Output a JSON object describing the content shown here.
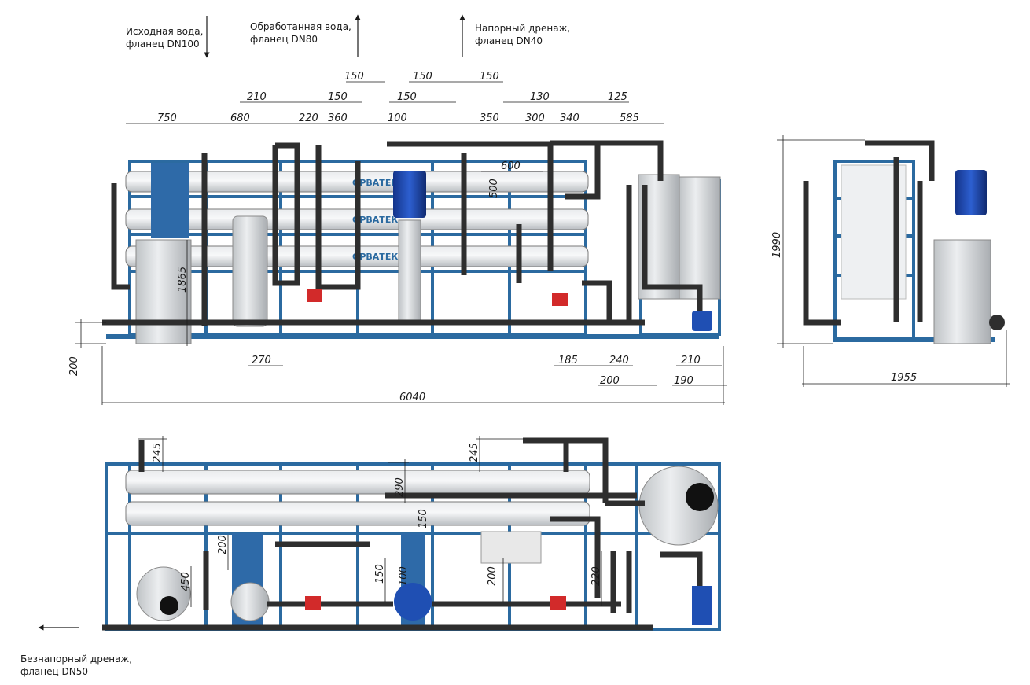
{
  "labels": {
    "inlet": [
      "Исходная вода,",
      "фланец DN100"
    ],
    "treated": [
      "Обработанная вода,",
      "фланец DN80"
    ],
    "pressure_drain": [
      "Напорный дренаж,",
      "фланец DN40"
    ],
    "gravity_drain": [
      "Безнапорный дренаж,",
      "фланец DN50"
    ]
  },
  "brand": "ОРВАТЕК",
  "dimensions": {
    "front_top": [
      "750",
      "680",
      "210",
      "220",
      "360",
      "150",
      "150",
      "100",
      "150",
      "150",
      "150",
      "350",
      "130",
      "300",
      "340",
      "125",
      "585",
      "600",
      "500"
    ],
    "front_vertical": [
      "1865",
      "200"
    ],
    "front_bottom": [
      "270",
      "185",
      "240",
      "210",
      "200",
      "190",
      "6040"
    ],
    "side": [
      "1990",
      "1955"
    ],
    "top_view": [
      "245",
      "245",
      "290",
      "150",
      "200",
      "450",
      "150",
      "100",
      "200",
      "220"
    ]
  },
  "colors": {
    "frame": "#2b6aa0",
    "pipe": "#2e2e2e",
    "pump": "#1f4fb3",
    "valve_red": "#d22a2a",
    "membrane": "#cfd3d6"
  }
}
